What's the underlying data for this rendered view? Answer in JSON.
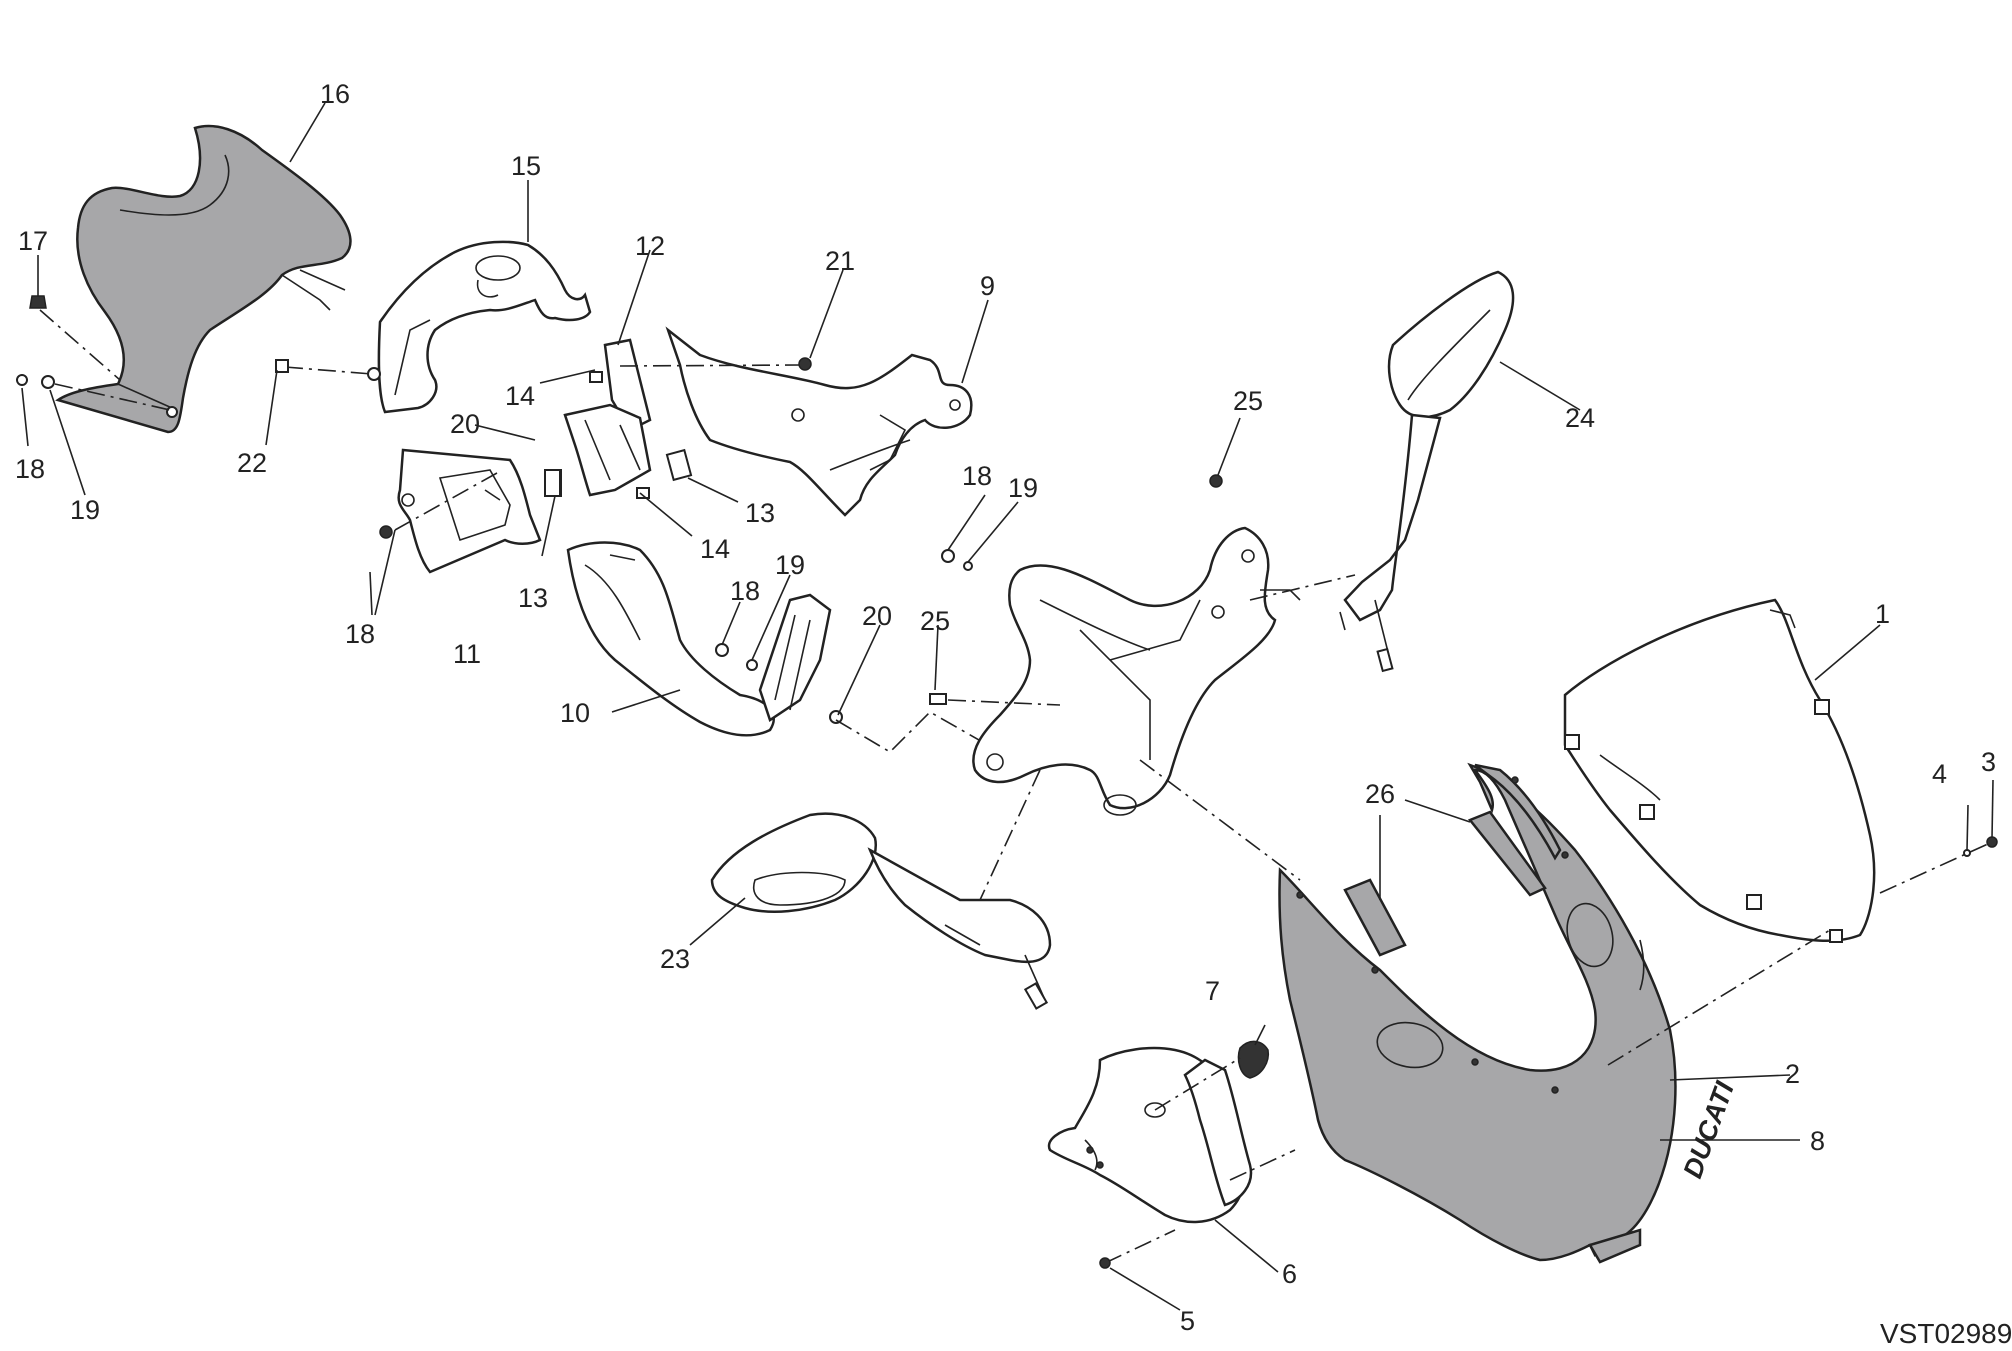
{
  "drawing_code": "VST02989",
  "callouts": [
    {
      "id": "c1",
      "label": "1"
    },
    {
      "id": "c2",
      "label": "2"
    },
    {
      "id": "c3",
      "label": "3"
    },
    {
      "id": "c4",
      "label": "4"
    },
    {
      "id": "c5",
      "label": "5"
    },
    {
      "id": "c6",
      "label": "6"
    },
    {
      "id": "c7",
      "label": "7"
    },
    {
      "id": "c8",
      "label": "8"
    },
    {
      "id": "c9",
      "label": "9"
    },
    {
      "id": "c10",
      "label": "10"
    },
    {
      "id": "c11",
      "label": "11"
    },
    {
      "id": "c12",
      "label": "12"
    },
    {
      "id": "c13a",
      "label": "13"
    },
    {
      "id": "c13b",
      "label": "13"
    },
    {
      "id": "c14a",
      "label": "14"
    },
    {
      "id": "c14b",
      "label": "14"
    },
    {
      "id": "c15",
      "label": "15"
    },
    {
      "id": "c16",
      "label": "16"
    },
    {
      "id": "c17",
      "label": "17"
    },
    {
      "id": "c18a",
      "label": "18"
    },
    {
      "id": "c18b",
      "label": "18"
    },
    {
      "id": "c18c",
      "label": "18"
    },
    {
      "id": "c18d",
      "label": "18"
    },
    {
      "id": "c19a",
      "label": "19"
    },
    {
      "id": "c19b",
      "label": "19"
    },
    {
      "id": "c19c",
      "label": "19"
    },
    {
      "id": "c20a",
      "label": "20"
    },
    {
      "id": "c20b",
      "label": "20"
    },
    {
      "id": "c21",
      "label": "21"
    },
    {
      "id": "c22",
      "label": "22"
    },
    {
      "id": "c23",
      "label": "23"
    },
    {
      "id": "c24",
      "label": "24"
    },
    {
      "id": "c25a",
      "label": "25"
    },
    {
      "id": "c25b",
      "label": "25"
    },
    {
      "id": "c26",
      "label": "26"
    }
  ],
  "logo_text": "DUCATI",
  "colors": {
    "part_fill": "#a7a7a9",
    "line": "#222222",
    "background": "#ffffff"
  }
}
